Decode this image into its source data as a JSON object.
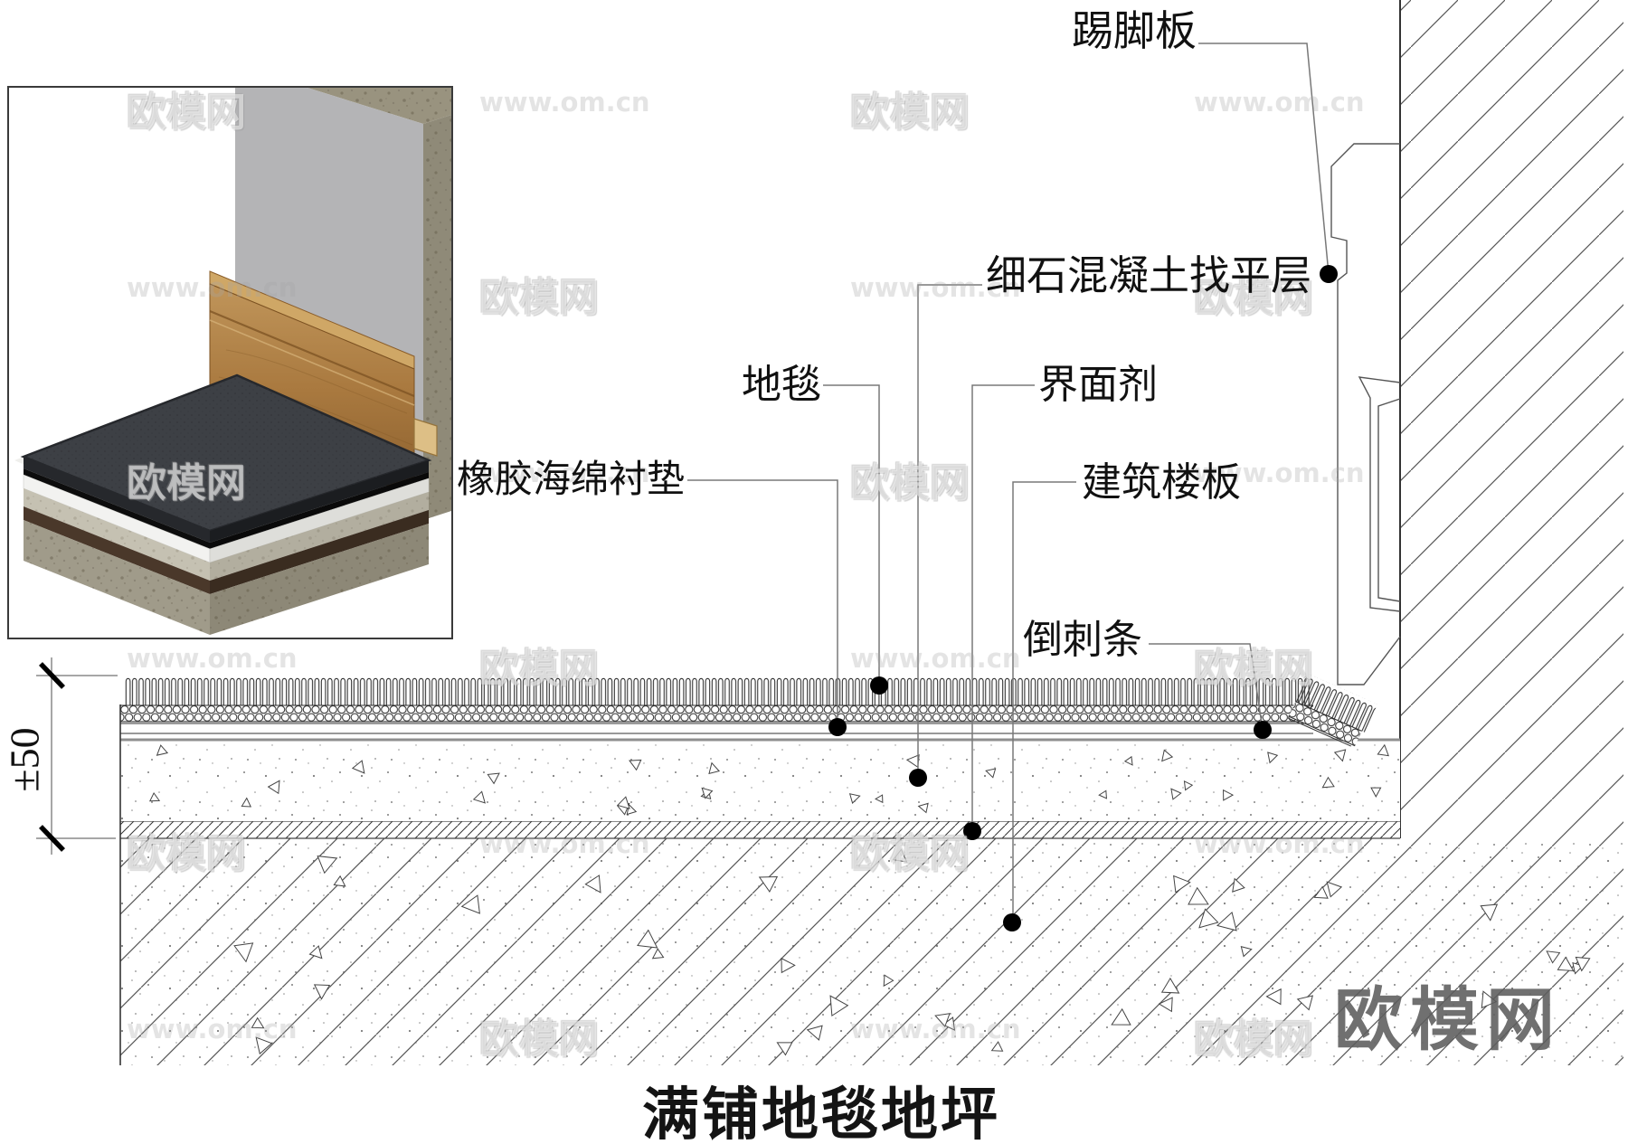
{
  "labels": {
    "skirting": "踢脚板",
    "leveling": "细石混凝土找平层",
    "carpet": "地毯",
    "interface": "界面剂",
    "underlay": "橡胶海绵衬垫",
    "slab": "建筑楼板",
    "gripper": "倒刺条"
  },
  "dimension": {
    "value": "±50"
  },
  "title": "满铺地毯地坪",
  "watermark": {
    "brand": "欧模网",
    "site": "www.om.cn"
  },
  "colors": {
    "line_dark": "#333333",
    "line_gray": "#8f8f8f",
    "leader": "#787878",
    "wood": "#a9793f",
    "plaster": "#b4b4b6",
    "carpet_dark": "#3d4045"
  }
}
